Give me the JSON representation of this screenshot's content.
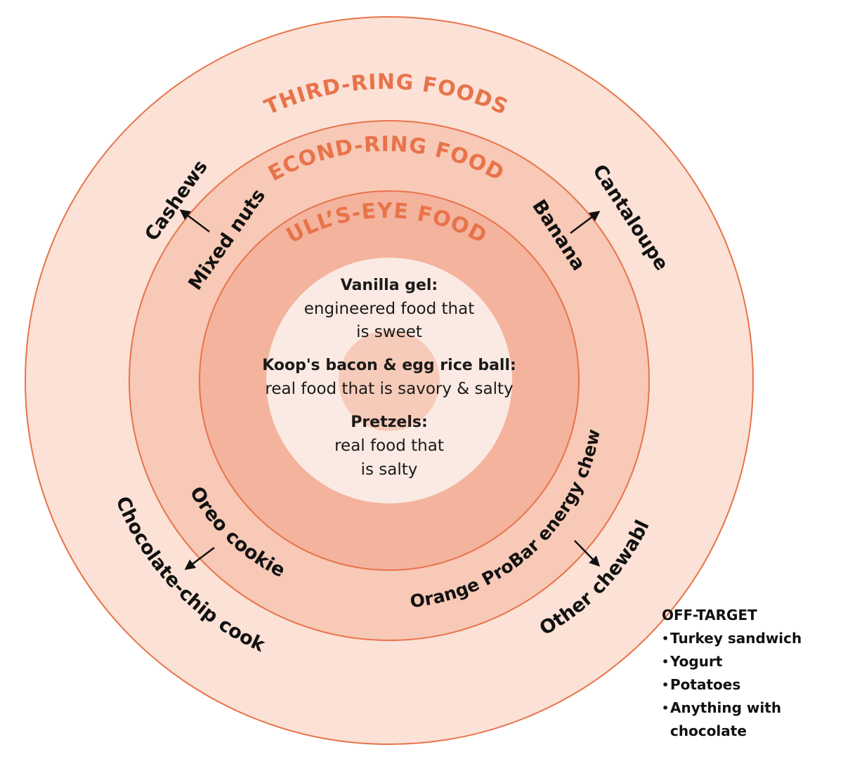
{
  "colors": {
    "ring3_fill": "#fbe1d6",
    "ring2_fill": "#f7c9b6",
    "ring1_fill": "#f4b39d",
    "center_fill": "#faeae3",
    "center_dot": "#f7cbb9",
    "ring_stroke": "#e8734a",
    "title_color": "#e8734a"
  },
  "rings": {
    "third": "THIRD-RING FOODS",
    "second": "SECOND-RING FOODS",
    "bullseye": "BULL’S-EYE FOODS"
  },
  "center": {
    "item1_name": "Vanilla gel:",
    "item1_desc_1": "engineered food that",
    "item1_desc_2": "is sweet",
    "item2_name": "Koop's bacon & egg rice ball:",
    "item2_desc_1": "real food that is savory & salty",
    "item3_name": "Pretzels:",
    "item3_desc_1": "real food that",
    "item3_desc_2": "is salty"
  },
  "foods": {
    "cashews": "Cashews",
    "mixed_nuts": "Mixed nuts",
    "banana": "Banana",
    "cantaloupe": "Cantaloupe",
    "oreo": "Oreo cookies",
    "choc_chip": "Chocolate-chip cookies",
    "probar": "Orange ProBar energy chew",
    "other_chewables": "Other chewables"
  },
  "off_target": {
    "title": "OFF-TARGET",
    "items": [
      "Turkey sandwich",
      "Yogurt",
      "Potatoes",
      "Anything with",
      "chocolate"
    ]
  }
}
